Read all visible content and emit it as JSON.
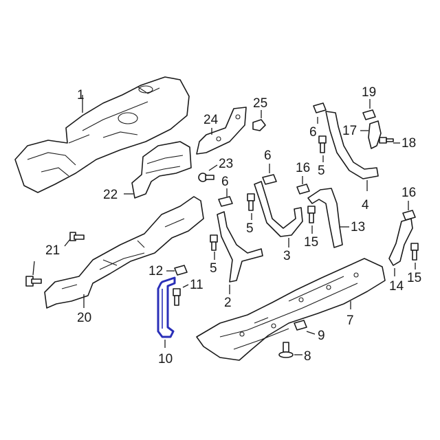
{
  "callouts": {
    "c1": "1",
    "c2": "2",
    "c3": "3",
    "c4": "4",
    "c5a": "5",
    "c5b": "5",
    "c5c": "5",
    "c6a": "6",
    "c6b": "6",
    "c6c": "6",
    "c7": "7",
    "c8": "8",
    "c9": "9",
    "c10": "10",
    "c11": "11",
    "c12": "12",
    "c13": "13",
    "c14": "14",
    "c15a": "15",
    "c15b": "15",
    "c16a": "16",
    "c16b": "16",
    "c17": "17",
    "c18": "18",
    "c19": "19",
    "c20": "20",
    "c21": "21",
    "c22": "22",
    "c23": "23",
    "c24": "24",
    "c25": "25"
  },
  "highlight_color": "#2a2fb8",
  "highlighted_part": "10"
}
